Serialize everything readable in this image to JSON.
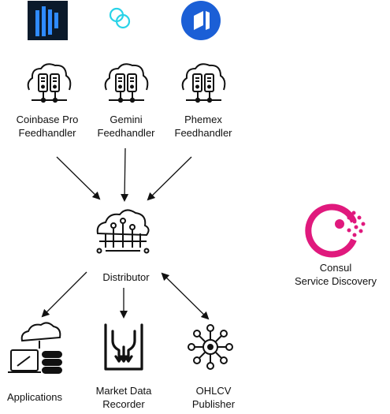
{
  "feedhandlers": [
    {
      "label": "Coinbase Pro\nFeedhandler",
      "logo": "coinbase-pro-logo"
    },
    {
      "label": "Gemini\nFeedhandler",
      "logo": "gemini-logo"
    },
    {
      "label": "Phemex\nFeedhandler",
      "logo": "phemex-logo"
    }
  ],
  "distributor": {
    "label": "Distributor"
  },
  "consumers": [
    {
      "label": "Applications",
      "icon": "applications-icon"
    },
    {
      "label": "Market Data\nRecorder",
      "icon": "recorder-icon"
    },
    {
      "label": "OHLCV\nPublisher",
      "icon": "network-hub-icon"
    }
  ],
  "consul": {
    "label": "Consul\nService Discovery",
    "icon": "consul-logo"
  },
  "colors": {
    "coinbase_bg": "#0b1a2b",
    "coinbase_bars": "#2f8bff",
    "gemini": "#29d3e8",
    "phemex": "#1b5fd6",
    "consul": "#e0197d",
    "line": "#111111"
  }
}
